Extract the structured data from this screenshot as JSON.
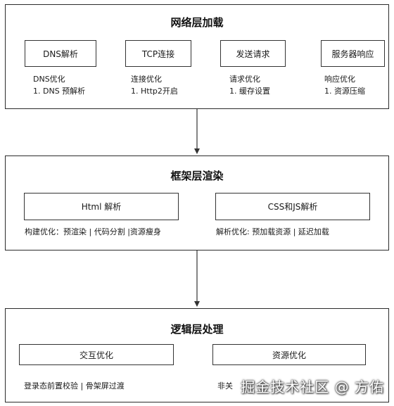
{
  "network": {
    "title": "网络层加载",
    "steps": [
      "DNS解析",
      "TCP连接",
      "发送请求",
      "服务器响应"
    ],
    "notes": [
      {
        "heading": "DNS优化",
        "item": "1. DNS 预解析"
      },
      {
        "heading": "连接优化",
        "item": "1. Http2开启"
      },
      {
        "heading": "请求优化",
        "item": "1. 缓存设置"
      },
      {
        "heading": "响应优化",
        "item": "1. 资源压缩"
      }
    ]
  },
  "framework": {
    "title": "框架层渲染",
    "boxes": [
      "Html 解析",
      "CSS和JS解析"
    ],
    "notes": [
      "构建优化：预渲染 | 代码分割 |资源瘦身",
      "解析优化: 预加载资源 | 延迟加载"
    ]
  },
  "logic": {
    "title": "逻辑层处理",
    "boxes": [
      "交互优化",
      "资源优化"
    ],
    "notes": [
      "登录态前置校验 | 骨架屏过渡",
      "非关"
    ]
  },
  "watermark": "掘金技术社区 @ 方佑"
}
